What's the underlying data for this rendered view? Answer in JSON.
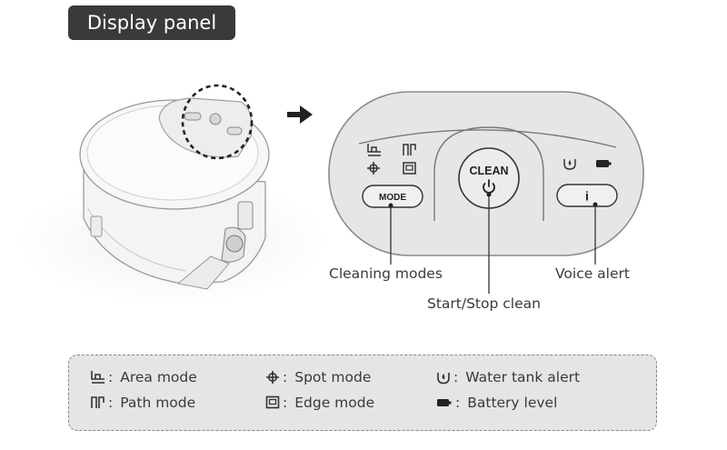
{
  "title": "Display panel",
  "panel": {
    "clean_label": "CLEAN",
    "mode_label": "MODE",
    "info_label": "i"
  },
  "callouts": {
    "cleaning_modes": "Cleaning modes",
    "start_stop": "Start/Stop clean",
    "voice_alert": "Voice alert"
  },
  "legend": {
    "separator": ":",
    "items": [
      {
        "icon": "area-mode-icon",
        "label": "Area mode"
      },
      {
        "icon": "path-mode-icon",
        "label": "Path mode"
      },
      {
        "icon": "spot-mode-icon",
        "label": "Spot mode"
      },
      {
        "icon": "edge-mode-icon",
        "label": "Edge mode"
      },
      {
        "icon": "water-tank-icon",
        "label": "Water tank alert"
      },
      {
        "icon": "battery-icon",
        "label": "Battery level"
      }
    ]
  }
}
